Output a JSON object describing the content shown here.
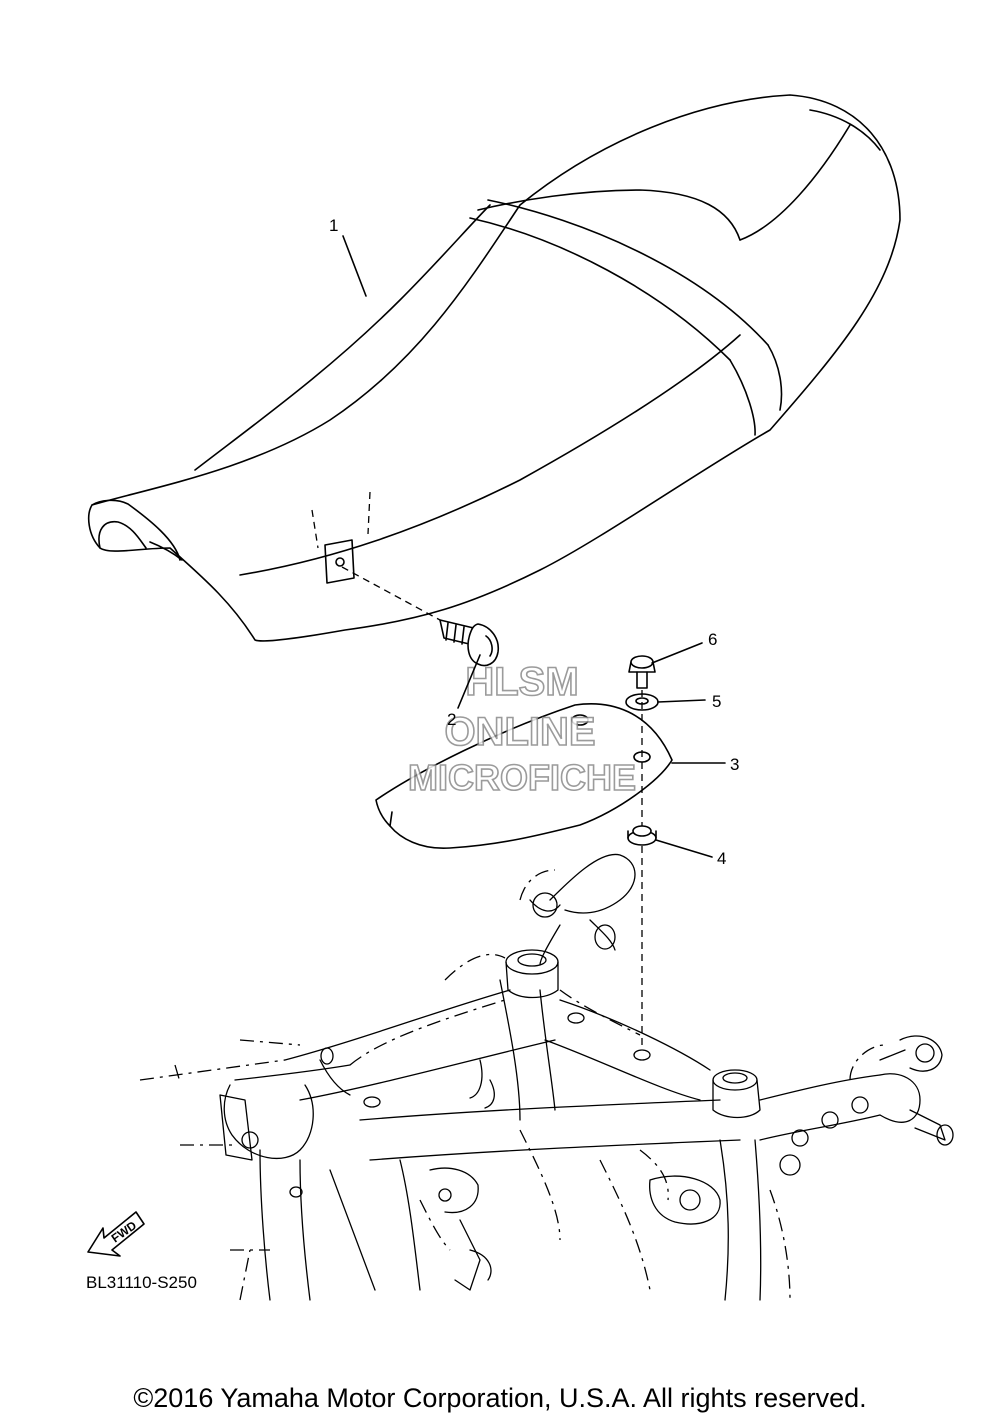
{
  "callouts": [
    {
      "id": "1",
      "label": "1"
    },
    {
      "id": "2",
      "label": "2"
    },
    {
      "id": "3",
      "label": "3"
    },
    {
      "id": "4",
      "label": "4"
    },
    {
      "id": "5",
      "label": "5"
    },
    {
      "id": "6",
      "label": "6"
    }
  ],
  "direction_badge": {
    "label": "FWD"
  },
  "reference_code": "BL31110-S250",
  "watermark": {
    "line1": "HLSM",
    "line2": "ONLINE",
    "line3": "MICROFICHE",
    "color": "#8a8a8a"
  },
  "copyright": "©2016 Yamaha Motor Corporation, U.S.A. All rights reserved."
}
